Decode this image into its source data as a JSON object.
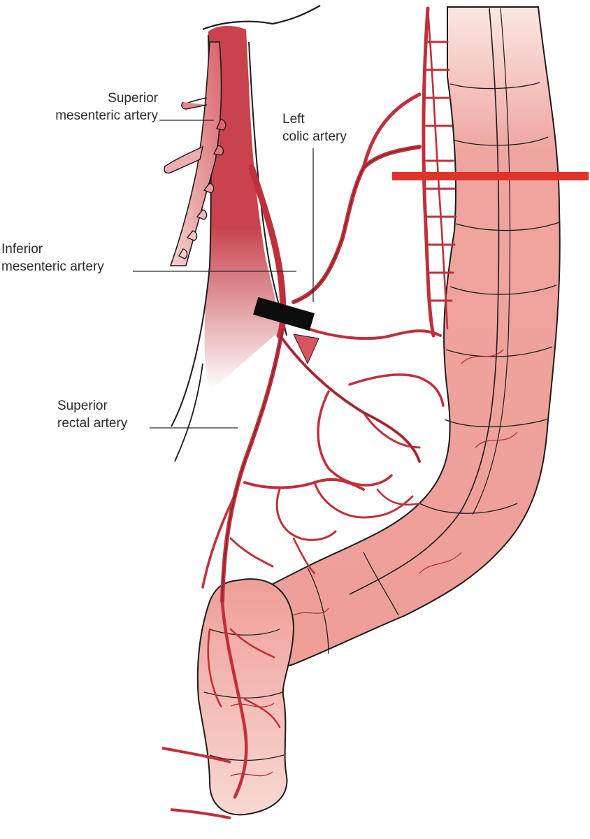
{
  "labels": {
    "superior_mesenteric_artery": [
      "Superior",
      "mesenteric artery"
    ],
    "left_colic_artery": [
      "Left",
      "colic artery"
    ],
    "inferior_mesenteric_artery": [
      "Inferior",
      "mesenteric artery"
    ],
    "superior_rectal_artery": [
      "Superior",
      "rectal artery"
    ]
  },
  "colors": {
    "aorta": "#c8434e",
    "artery": "#c0303a",
    "colon": "#efa5a0",
    "colon_light": "#f6cfc9",
    "outline": "#1c1c1c",
    "transection_line": "#e0342b",
    "ligation_clamp": "#0d0d0d"
  }
}
